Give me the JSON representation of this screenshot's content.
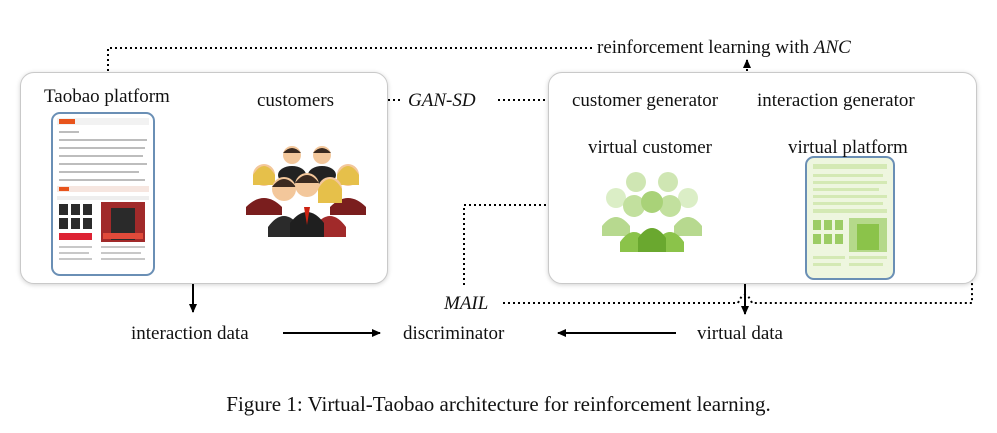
{
  "top_label": {
    "prefix": "reinforcement learning with ",
    "emph": "ANC"
  },
  "left_panel": {
    "title": "Taobao platform",
    "customers_label": "customers"
  },
  "gan_sd_label": "GAN-SD",
  "right_panel": {
    "customer_generator": "customer generator",
    "interaction_generator": "interaction generator",
    "virtual_customer": "virtual customer",
    "virtual_platform": "virtual platform"
  },
  "mail_label": "MAIL",
  "bottom": {
    "interaction_data": "interaction data",
    "discriminator": "discriminator",
    "virtual_data": "virtual data"
  },
  "caption": "Figure 1: Virtual-Taobao architecture for reinforcement learning.",
  "colors": {
    "real_arrows": "#8b1a1a",
    "virtual_arrows": "#5aa02c",
    "flow": "#000000",
    "panel_border": "#c9c9c9"
  }
}
